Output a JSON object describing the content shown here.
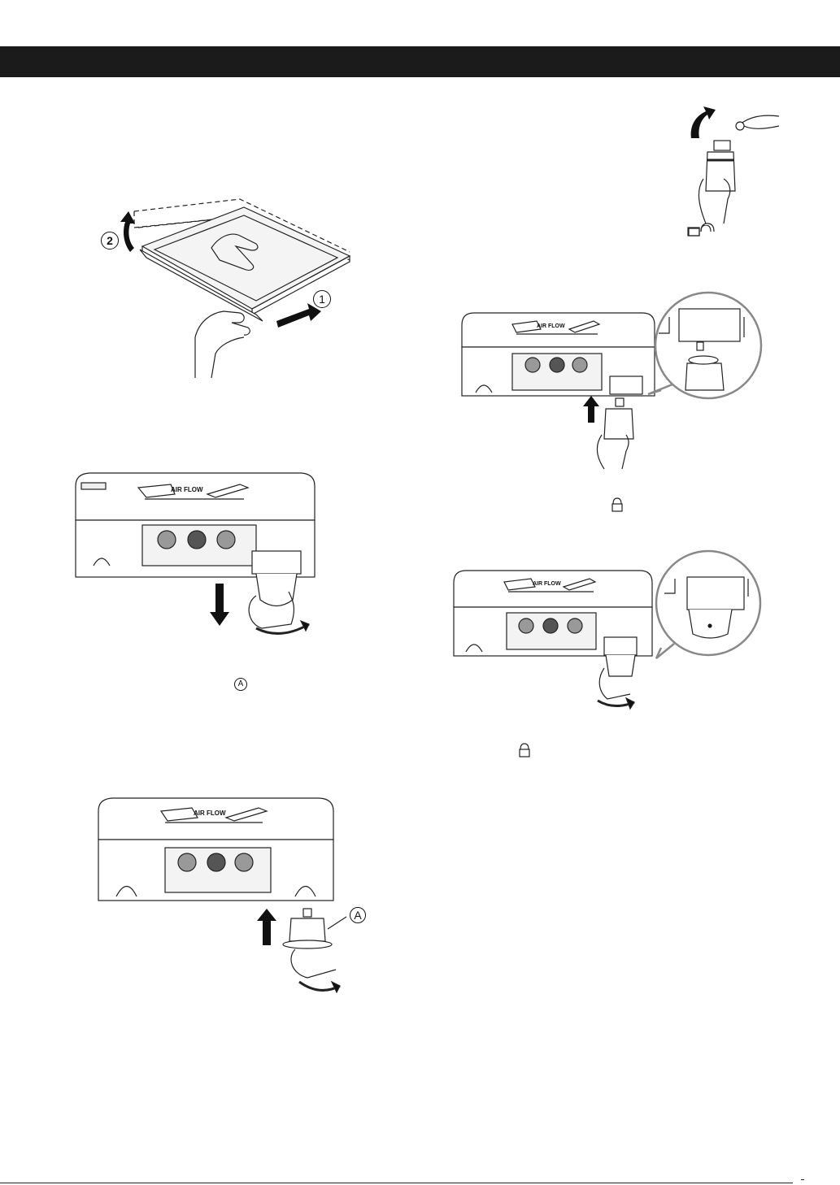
{
  "panel_label": "AIR FLOW",
  "callouts": {
    "step_one": "1",
    "step_two": "2",
    "part_a": "A"
  },
  "icons": {
    "unlock": "padlock-open-icon",
    "lock": "padlock-closed-icon",
    "part_marker": "circled-letter-a-icon"
  }
}
